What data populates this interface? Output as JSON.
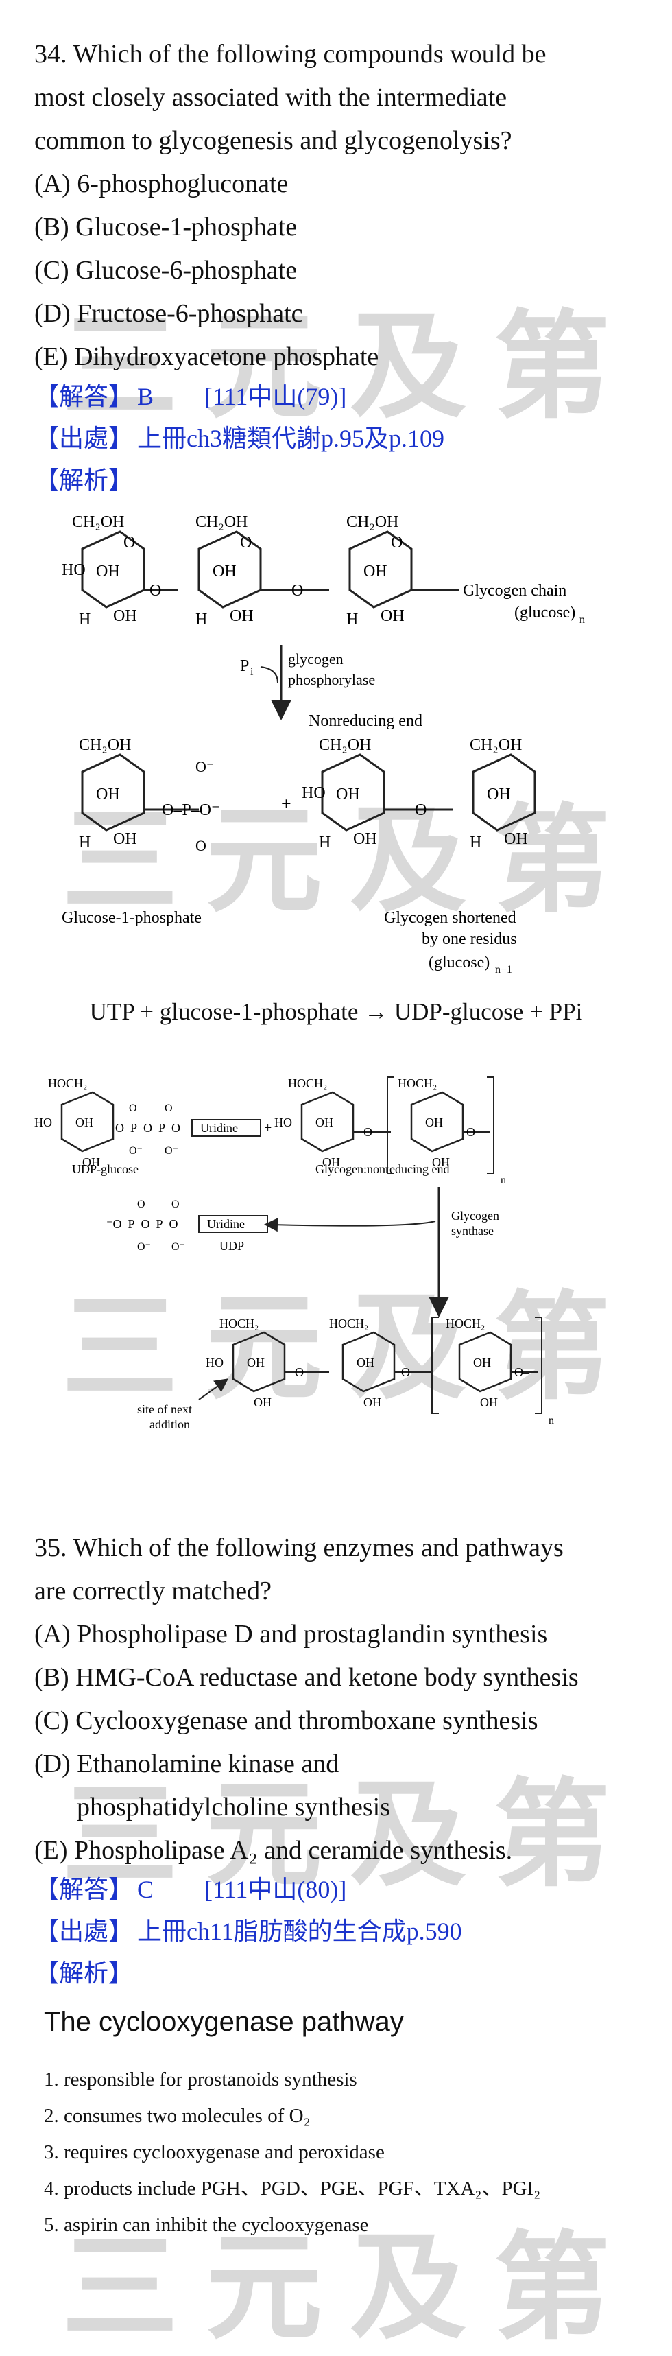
{
  "watermark": "三元及第",
  "q34": {
    "question_lines": [
      "34. Which of the following compounds would be",
      "most closely associated with the intermediate",
      "common to glycogenesis and glycogenolysis?"
    ],
    "options": [
      "(A) 6-phosphogluconate",
      "(B) Glucose-1-phosphate",
      "(C) Glucose-6-phosphate",
      "(D) Fructose-6-phosphatc",
      "(E) Dihydroxyacetone phosphate"
    ],
    "answer_label": "【解答】",
    "answer_value": "B",
    "answer_ref": "[111中山(79)]",
    "source_label": "【出處】",
    "source_value": "上冊ch3糖類代謝p.95及p.109",
    "analysis_label": "【解析】",
    "fig1": {
      "ch2oh": "CH₂OH",
      "glycogen_chain": "Glycogen chain",
      "glucose_n": "(glucose)",
      "pi": "P",
      "enzyme_line1": "glycogen",
      "enzyme_line2": "phosphorylase",
      "nonreducing_end": "Nonreducing end",
      "g1p": "Glucose-1-phosphate",
      "shortened_line1": "Glycogen shortened",
      "shortened_line2": "by one residus",
      "glucose_n1": "(glucose)"
    },
    "equation": "UTP + glucose-1-phosphate → UDP-glucose + PPi",
    "fig2": {
      "hoch2": "HOCH₂",
      "uridine": "Uridine",
      "udp_glucose": "UDP-glucose",
      "glycogen_end": "Glycogen:nonreducing end",
      "glycogen_synthase_1": "Glycogen",
      "glycogen_synthase_2": "synthase",
      "udp": "UDP",
      "site_1": "site of next",
      "site_2": "addition",
      "n": "n"
    }
  },
  "q35": {
    "question_lines": [
      "35. Which of the following enzymes and pathways",
      "are correctly matched?"
    ],
    "options": [
      "(A) Phospholipase D and prostaglandin synthesis",
      "(B) HMG-CoA reductase and ketone body synthesis",
      "(C) Cyclooxygenase and thromboxane synthesis",
      "(D) Ethanolamine kinase and",
      "phosphatidylcholine synthesis",
      "(E) Phospholipase A₂ and ceramide synthesis."
    ],
    "answer_label": "【解答】",
    "answer_value": "C",
    "answer_ref": "[111中山(80)]",
    "source_label": "【出處】",
    "source_value": "上冊ch11脂肪酸的生合成p.590",
    "analysis_label": "【解析】",
    "cox_title": "The cyclooxygenase pathway",
    "cox_items": [
      "1. responsible for prostanoids synthesis",
      "2. consumes two molecules of O₂",
      "3. requires cyclooxygenase and peroxidase",
      "4. products include PGH、PGD、PGE、PGF、TXA₂、PGI₂",
      "5. aspirin can inhibit the cyclooxygenase"
    ]
  }
}
